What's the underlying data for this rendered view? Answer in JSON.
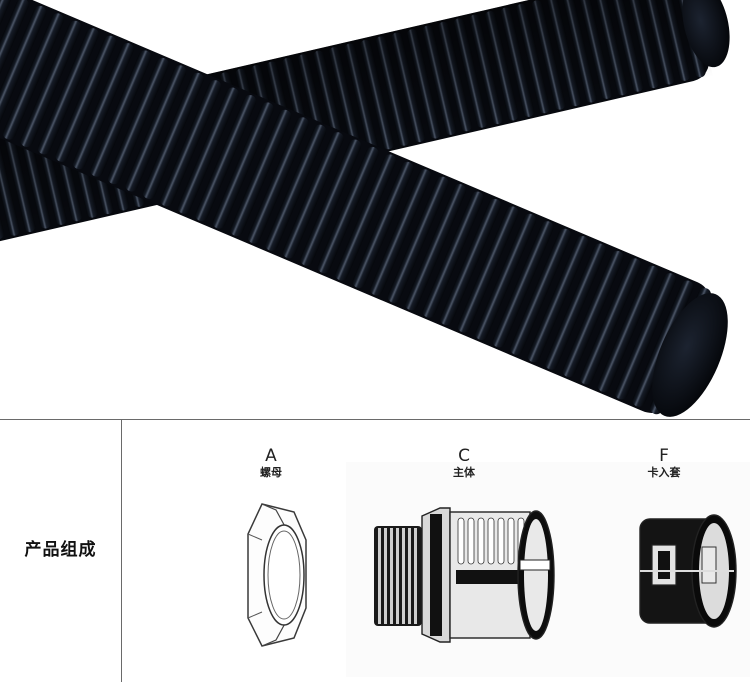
{
  "section": {
    "label": "产品组成"
  },
  "parts": [
    {
      "letter": "A",
      "name": "螺母"
    },
    {
      "letter": "C",
      "name": "主体"
    },
    {
      "letter": "F",
      "name": "卡入套"
    }
  ],
  "colors": {
    "tube": "#0d1119",
    "tube_highlight": "#5b6576",
    "divider": "#6a6a6a",
    "label": "#111111"
  }
}
